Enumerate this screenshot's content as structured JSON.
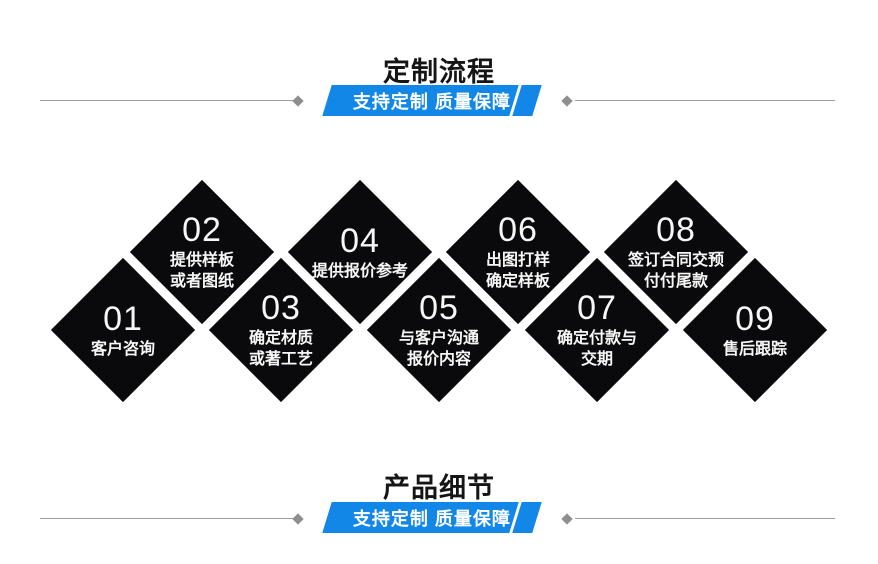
{
  "colors": {
    "accent_blue": "#1287e8",
    "diamond_black": "#0a0a0c",
    "line_gray": "#9c9c9c"
  },
  "header": {
    "title": "定制流程",
    "tagline": "支持定制 质量保障"
  },
  "footer": {
    "title": "产品细节",
    "tagline": "支持定制 质量保障"
  },
  "steps": [
    {
      "number": "01",
      "label": "客户咨询"
    },
    {
      "number": "02",
      "label": "提供样板\n或者图纸"
    },
    {
      "number": "03",
      "label": "确定材质\n或著工艺"
    },
    {
      "number": "04",
      "label": "提供报价参考"
    },
    {
      "number": "05",
      "label": "与客户沟通\n报价内容"
    },
    {
      "number": "06",
      "label": "出图打样\n确定样板"
    },
    {
      "number": "07",
      "label": "确定付款与\n交期"
    },
    {
      "number": "08",
      "label": "签订合同交预\n付付尾款"
    },
    {
      "number": "09",
      "label": "售后跟踪"
    }
  ]
}
